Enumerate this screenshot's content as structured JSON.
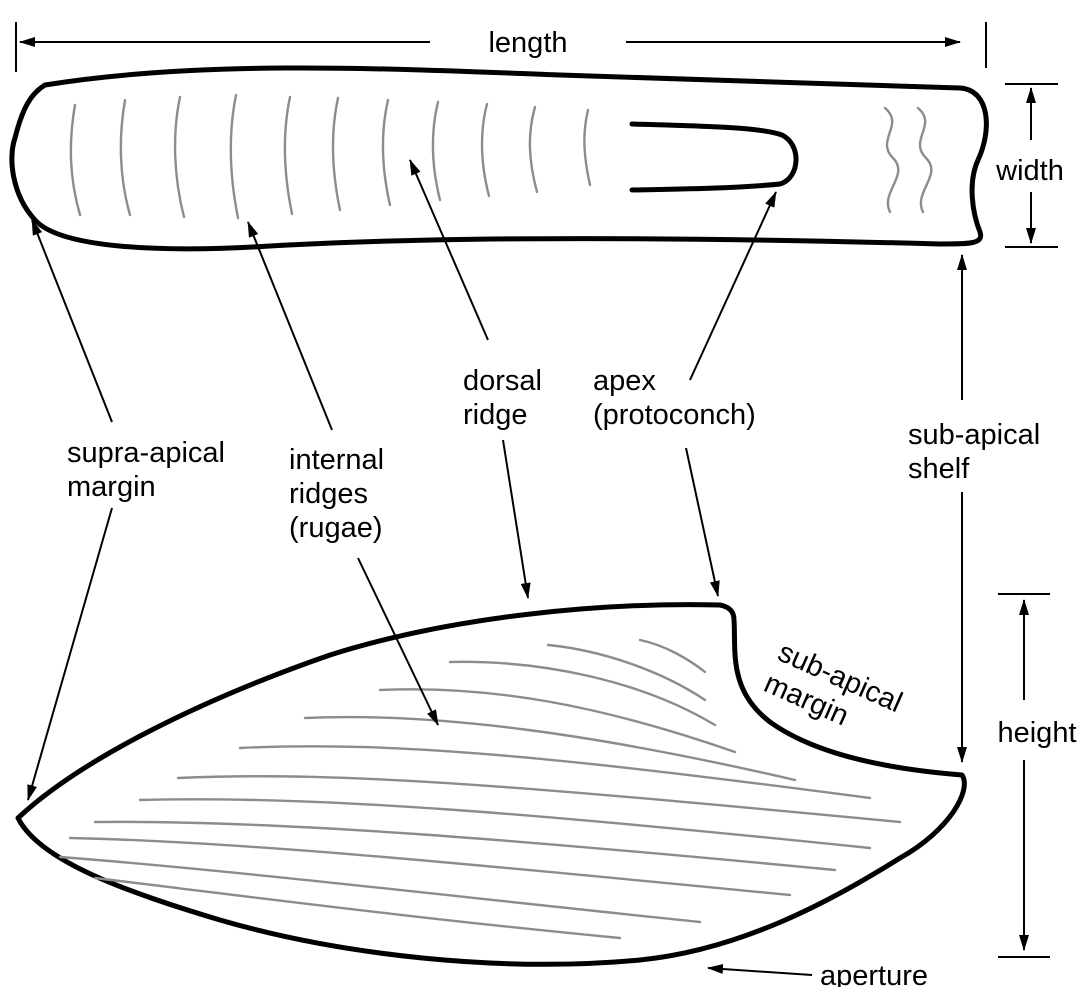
{
  "labels": {
    "length": "length",
    "width": "width",
    "height": "height",
    "supra_apical_margin": [
      "supra-apical",
      "margin"
    ],
    "internal_ridges": [
      "internal",
      "ridges",
      "(rugae)"
    ],
    "dorsal_ridge": [
      "dorsal",
      "ridge"
    ],
    "apex": [
      "apex",
      "(protoconch)"
    ],
    "sub_apical_shelf": [
      "sub-apical",
      "shelf"
    ],
    "sub_apical_margin": [
      "sub-apical",
      "margin"
    ],
    "aperture": "aperture"
  },
  "colors": {
    "outline": "#000000",
    "rugae": "#8c8c8c",
    "background": "#ffffff"
  }
}
